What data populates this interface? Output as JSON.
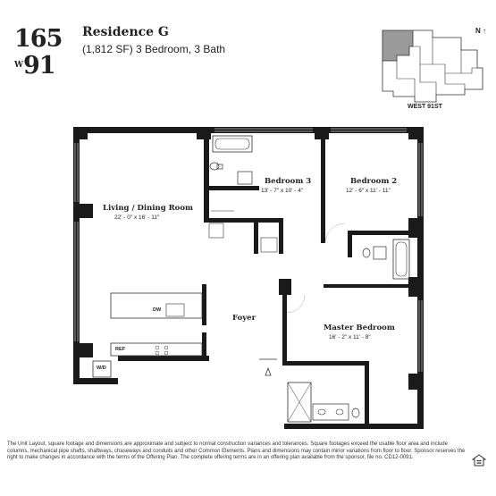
{
  "logo": {
    "line1": "165",
    "w": "W",
    "line2": "91"
  },
  "header": {
    "title": "Residence G",
    "subtitle": "(1,812 SF) 3 Bedroom, 3 Bath"
  },
  "keyplan": {
    "compass": "N",
    "street": "WEST 91ST"
  },
  "rooms": {
    "living": {
      "name": "Living / Dining Room",
      "dims": "22' - 0\" x 16' - 11\""
    },
    "bedroom3": {
      "name": "Bedroom 3",
      "dims": "13' - 7\" x 10' - 4\""
    },
    "bedroom2": {
      "name": "Bedroom 2",
      "dims": "12' - 6\" x 11' - 11\""
    },
    "foyer": {
      "name": "Foyer"
    },
    "master": {
      "name": "Master Bedroom",
      "dims": "16' - 2\" x 11' - 8\""
    }
  },
  "fixtures": {
    "dw": "DW",
    "ref": "REF",
    "wd": "W/D"
  },
  "disclaimer": "The Unit Layout, square footage and dimensions are approximate and subject to normal construction variances and tolerances. Square footages exceed the usable floor area and include columns, mechanical pipe shafts, shaftways, chaseways and conduits and other Common Elements. Plans and dimensions may contain minor variations from floor to floor. Sponsor reserves the right to make changes in accordance with the terms of the Offering Plan. The complete offering terms are in an offering plan available from the sponsor, file no. CD12-0091."
}
